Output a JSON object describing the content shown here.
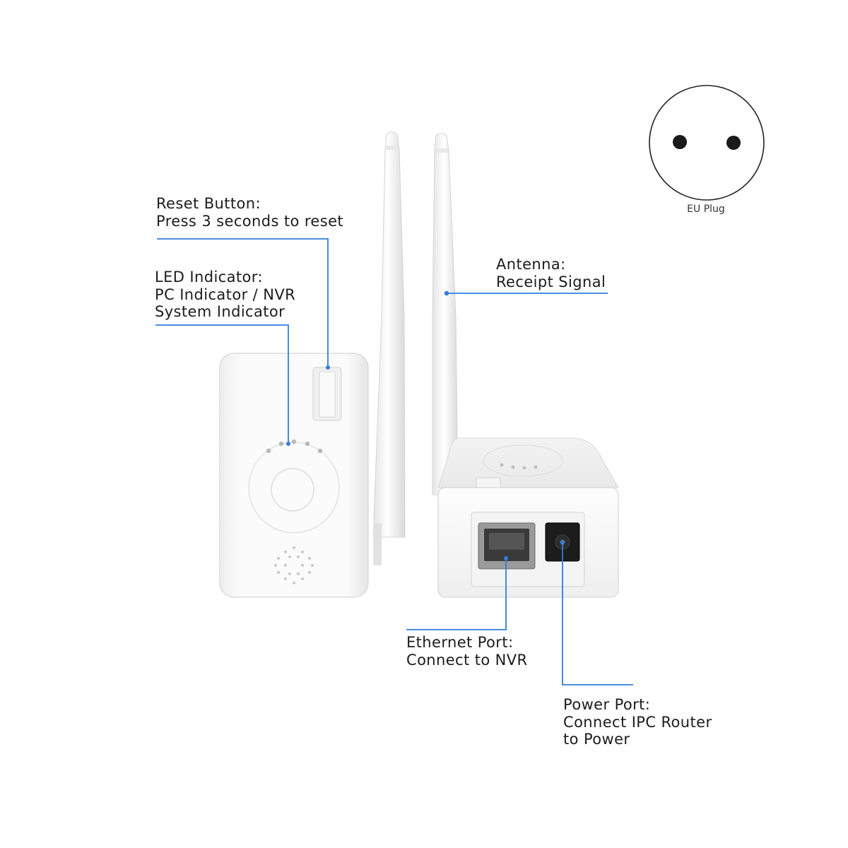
{
  "callouts": {
    "reset_button": {
      "line1": "Reset Button:",
      "line2": "Press 3 seconds to reset"
    },
    "led_indicator": {
      "line1": "LED Indicator:",
      "line2": "PC Indicator / NVR",
      "line3": "System Indicator"
    },
    "antenna": {
      "line1": "Antenna:",
      "line2": "Receipt Signal"
    },
    "ethernet_port": {
      "line1": "Ethernet Port:",
      "line2": "Connect to NVR"
    },
    "power_port": {
      "line1": "Power Port:",
      "line2": "Connect IPC Router",
      "line3": "to Power"
    }
  },
  "plug": {
    "caption": "EU Plug"
  },
  "colors": {
    "leader_line": "#2f7fdc",
    "device_body": "#f7f7f7",
    "device_outline": "#d9d9d9",
    "text": "#1c1c1c"
  },
  "icons": {
    "plug": "eu-plug-icon",
    "port": "rj45-port-icon",
    "power": "dc-jack-icon"
  }
}
